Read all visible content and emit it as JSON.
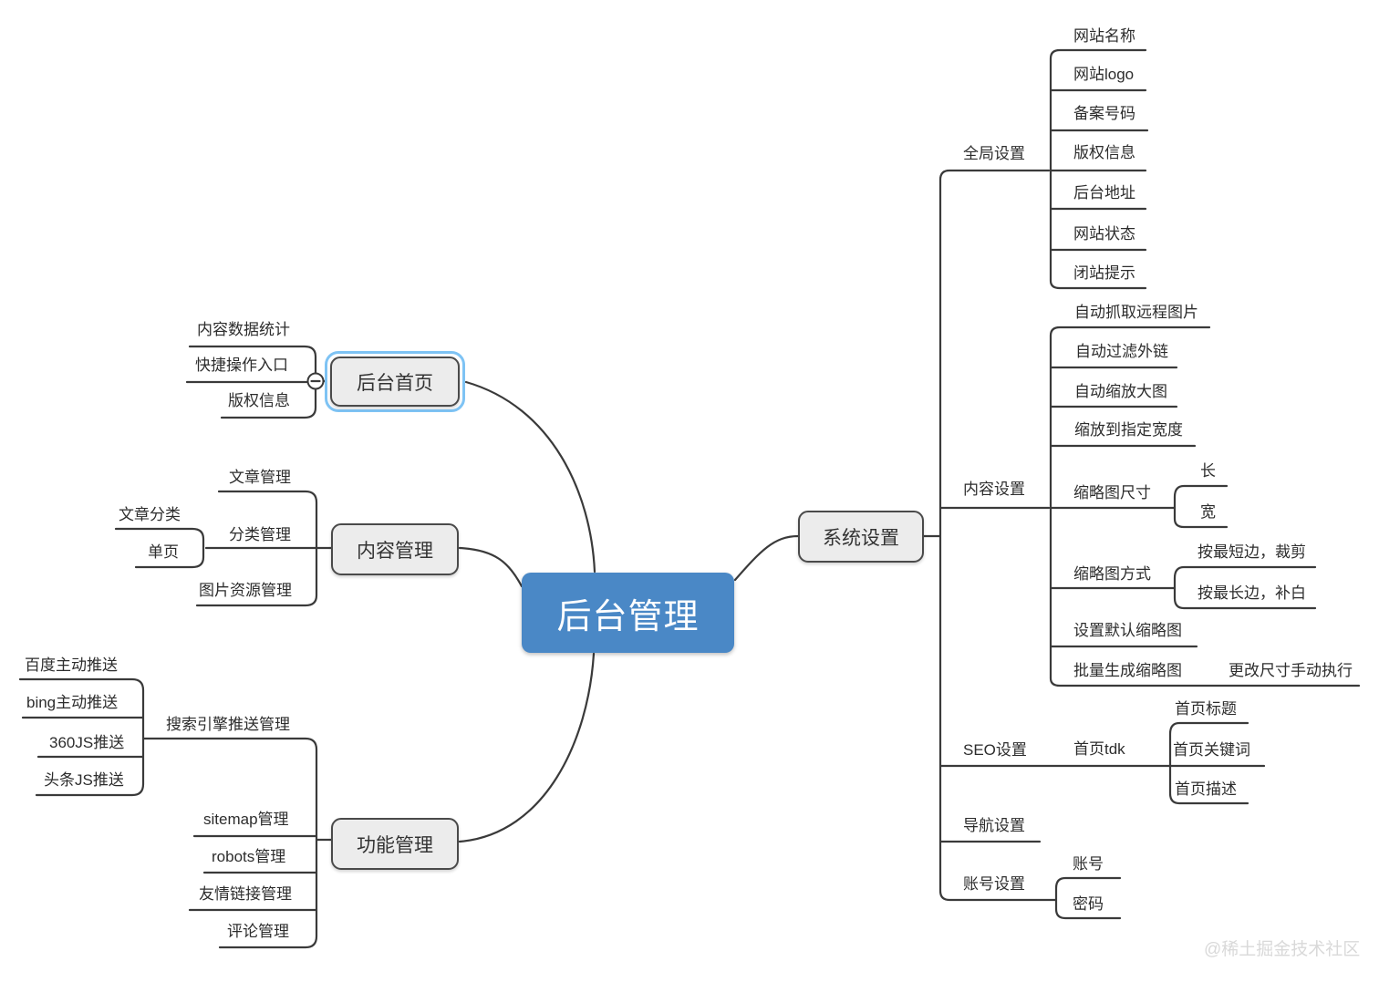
{
  "mindmap": {
    "root": {
      "label": "后台管理"
    },
    "branches": [
      {
        "label": "后台首页",
        "selected": true,
        "children": [
          {
            "label": "内容数据统计"
          },
          {
            "label": "快捷操作入口"
          },
          {
            "label": "版权信息"
          }
        ]
      },
      {
        "label": "内容管理",
        "children": [
          {
            "label": "文章管理"
          },
          {
            "label": "分类管理",
            "children": [
              {
                "label": "文章分类"
              },
              {
                "label": "单页"
              }
            ]
          },
          {
            "label": "图片资源管理"
          }
        ]
      },
      {
        "label": "功能管理",
        "children": [
          {
            "label": "搜索引擎推送管理",
            "children": [
              {
                "label": "百度主动推送"
              },
              {
                "label": "bing主动推送"
              },
              {
                "label": "360JS推送"
              },
              {
                "label": "头条JS推送"
              }
            ]
          },
          {
            "label": "sitemap管理"
          },
          {
            "label": "robots管理"
          },
          {
            "label": "友情链接管理"
          },
          {
            "label": "评论管理"
          }
        ]
      },
      {
        "label": "系统设置",
        "children": [
          {
            "label": "全局设置",
            "children": [
              {
                "label": "网站名称"
              },
              {
                "label": "网站logo"
              },
              {
                "label": "备案号码"
              },
              {
                "label": "版权信息"
              },
              {
                "label": "后台地址"
              },
              {
                "label": "网站状态"
              },
              {
                "label": "闭站提示"
              }
            ]
          },
          {
            "label": "内容设置",
            "children": [
              {
                "label": "自动抓取远程图片"
              },
              {
                "label": "自动过滤外链"
              },
              {
                "label": "自动缩放大图"
              },
              {
                "label": "缩放到指定宽度"
              },
              {
                "label": "缩略图尺寸",
                "children": [
                  {
                    "label": "长"
                  },
                  {
                    "label": "宽"
                  }
                ]
              },
              {
                "label": "缩略图方式",
                "children": [
                  {
                    "label": "按最短边，裁剪"
                  },
                  {
                    "label": "按最长边，补白"
                  }
                ]
              },
              {
                "label": "设置默认缩略图"
              },
              {
                "label": "批量生成缩略图",
                "children": [
                  {
                    "label": "更改尺寸手动执行"
                  }
                ]
              }
            ]
          },
          {
            "label": "SEO设置",
            "children": [
              {
                "label": "首页tdk",
                "children": [
                  {
                    "label": "首页标题"
                  },
                  {
                    "label": "首页关键词"
                  },
                  {
                    "label": "首页描述"
                  }
                ]
              }
            ]
          },
          {
            "label": "导航设置"
          },
          {
            "label": "账号设置",
            "children": [
              {
                "label": "账号"
              },
              {
                "label": "密码"
              }
            ]
          }
        ]
      }
    ],
    "collapse_button": {
      "icon": "minus-icon"
    }
  },
  "watermark": "@稀土掘金技术社区",
  "colors": {
    "root_bg": "#4a88c6",
    "node_bg": "#ececec",
    "node_border": "#4a4a4a",
    "selection": "#7ec3f4",
    "line": "#3a3a3a",
    "watermark": "#d9d9d9"
  }
}
